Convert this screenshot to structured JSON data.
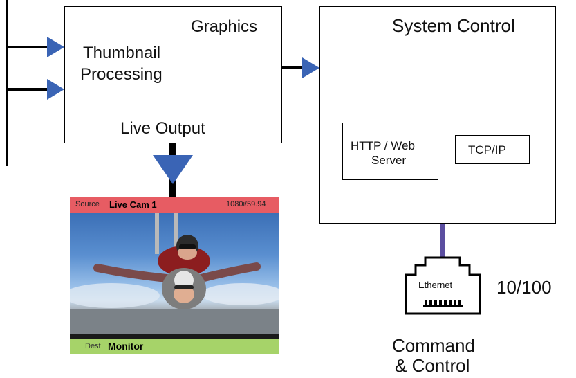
{
  "graphics_box": {
    "title": "Graphics",
    "block_label_line1": "Thumbnail",
    "block_label_line2": "Processing",
    "output_label": "Live Output"
  },
  "system_control_box": {
    "title": "System Control",
    "http_line1": "HTTP / Web",
    "http_line2": "Server",
    "tcpip": "TCP/IP"
  },
  "ethernet": {
    "port_label": "Ethernet",
    "speed": "10/100",
    "caption_line1": "Command",
    "caption_line2": "& Control"
  },
  "preview": {
    "source_label": "Source",
    "source_name": "Live Cam 1",
    "format": "1080i/59.94",
    "dest_label": "Dest",
    "dest_name": "Monitor"
  },
  "colors": {
    "arrow_blue": "#3a64b5",
    "network_purple": "#5b4ea0",
    "source_bar": "#e75c63",
    "dest_bar": "#a6d369"
  }
}
